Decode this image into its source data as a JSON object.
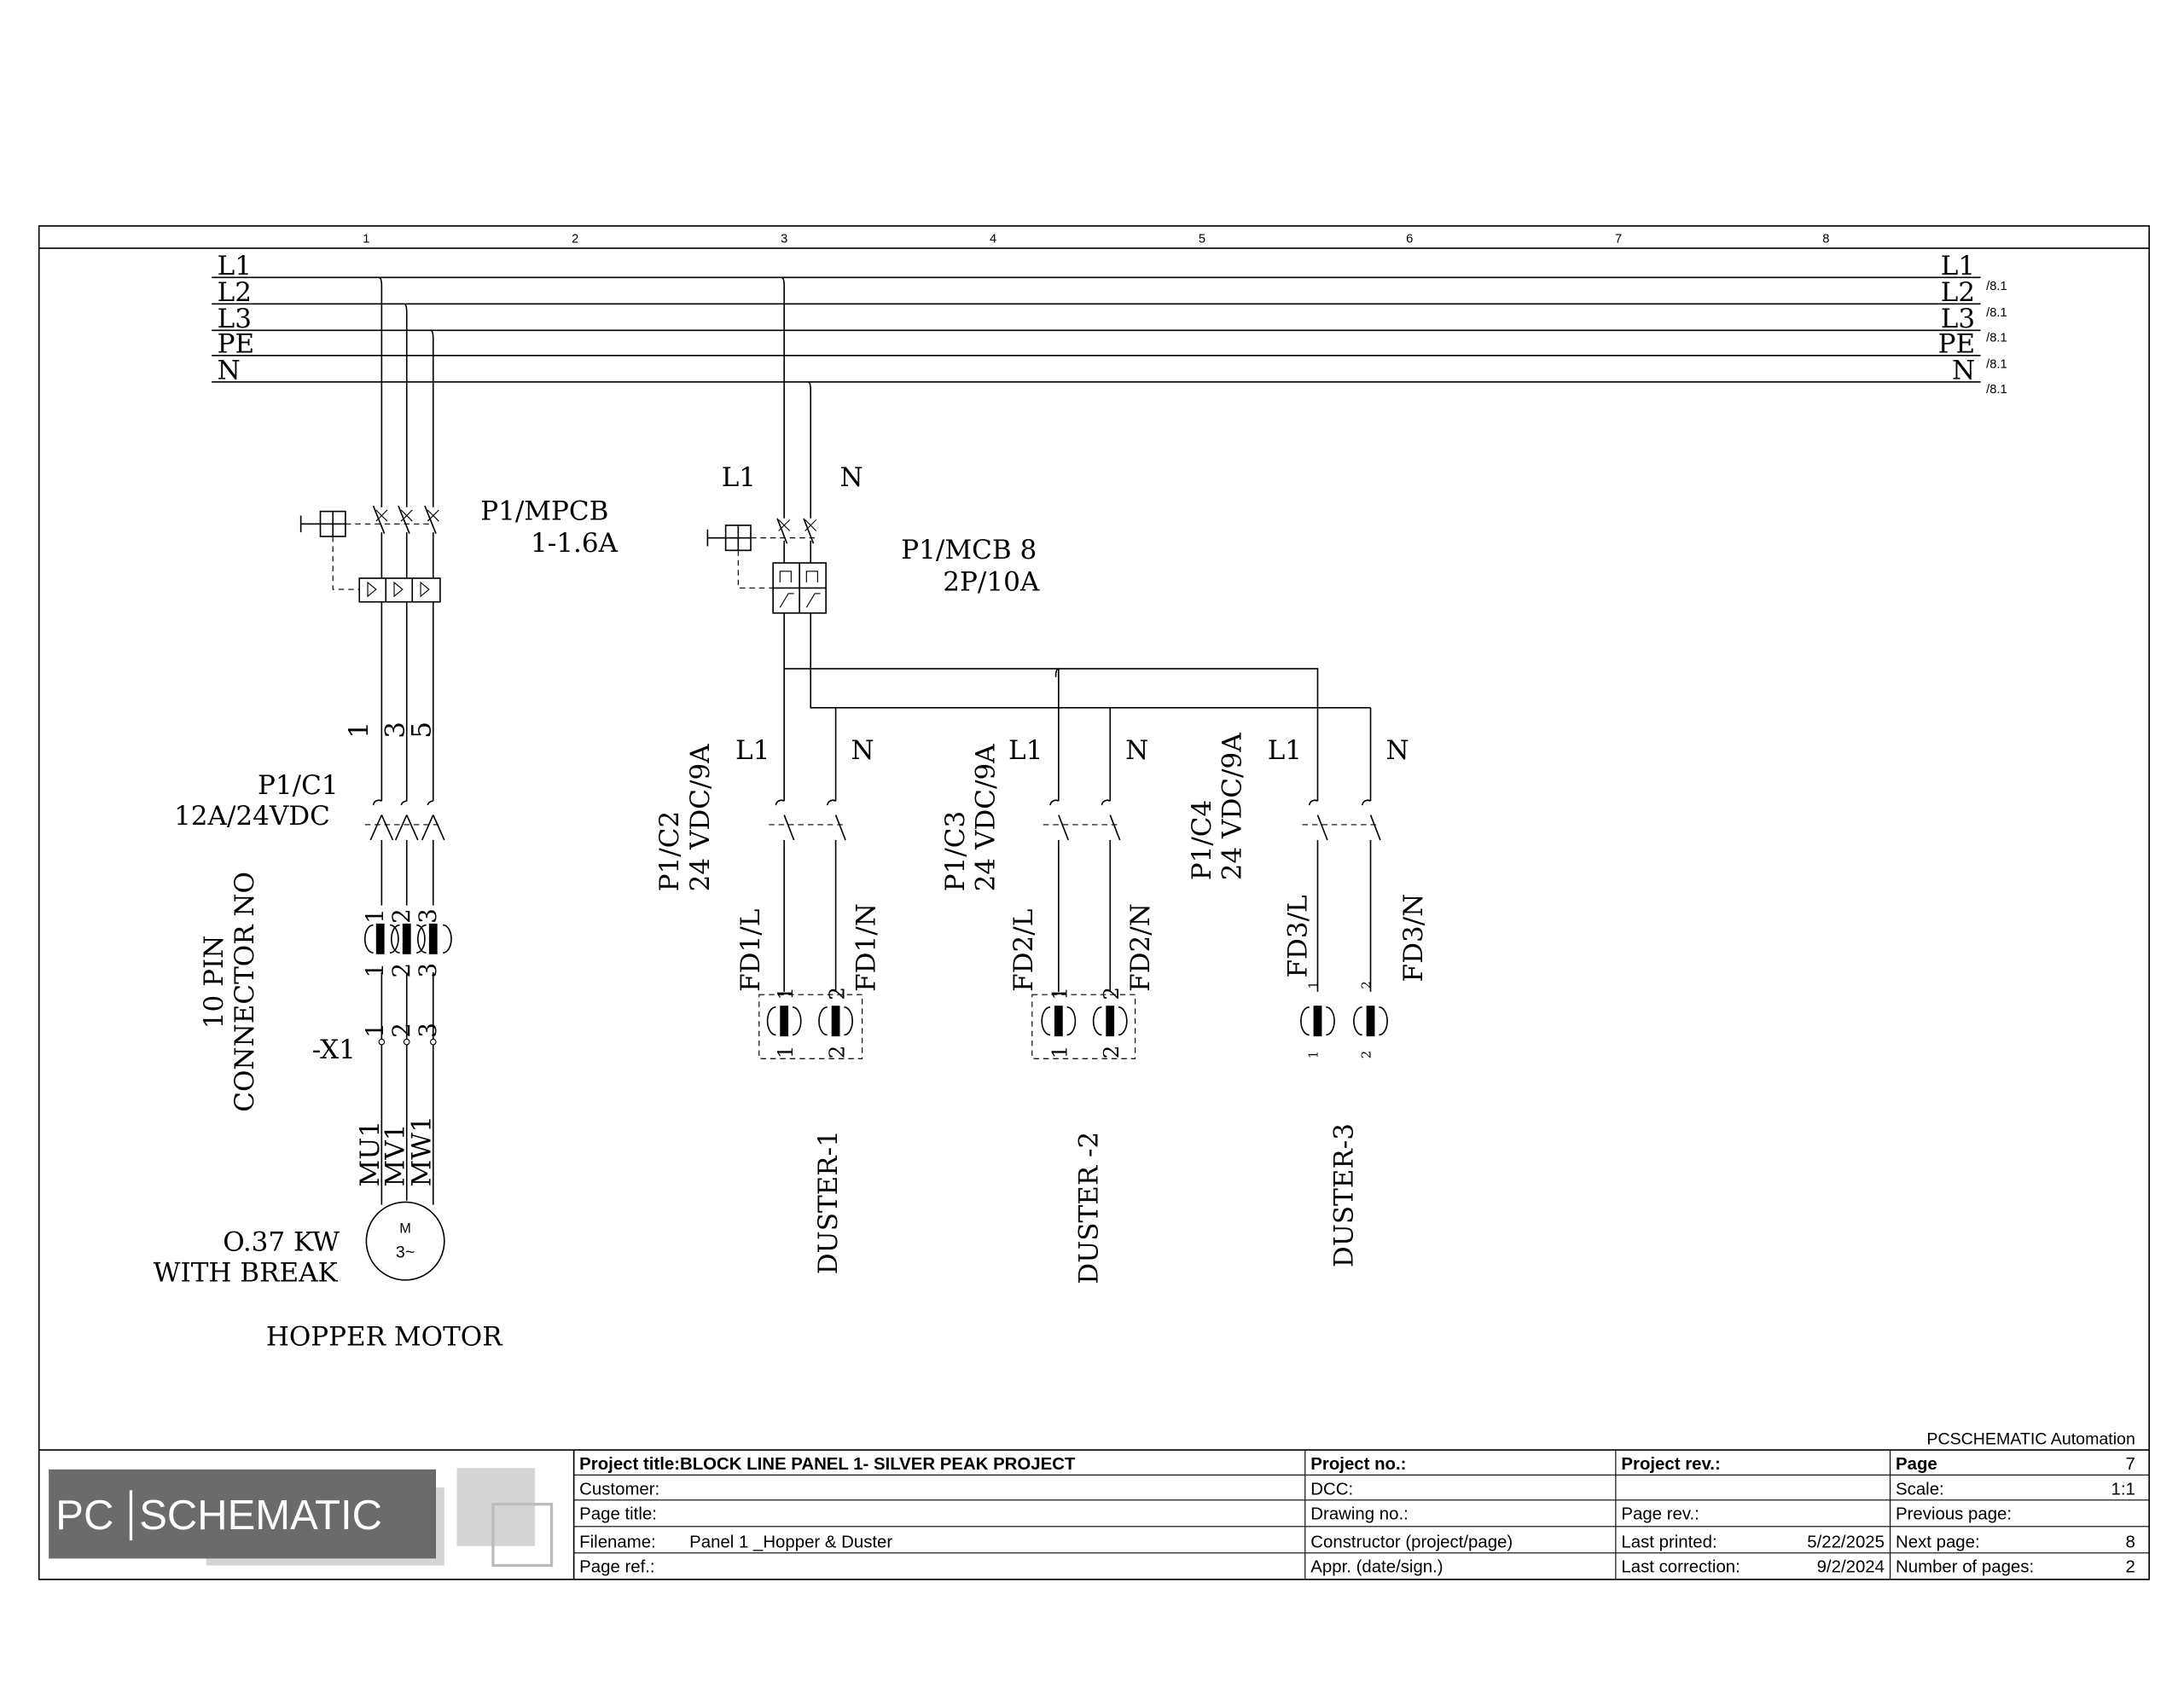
{
  "frame": {
    "columns": [
      "1",
      "2",
      "3",
      "4",
      "5",
      "6",
      "7",
      "8"
    ]
  },
  "bus": {
    "rails": [
      "L1",
      "L2",
      "L3",
      "PE",
      "N"
    ],
    "cross_refs": [
      "/8.1",
      "/8.1",
      "/8.1",
      "/8.1",
      "/8.1"
    ]
  },
  "motor_circuit": {
    "mpcb_name": "P1/MPCB",
    "mpcb_rating": "1-1.6A",
    "terminal_numbers": [
      "1",
      "3",
      "5"
    ],
    "contactor_name": "P1/C1",
    "contactor_rating": "12A/24VDC",
    "connector_line1": "10 PIN",
    "connector_line2": "CONNECTOR NO",
    "connector_pins_top": [
      "1",
      "2",
      "3"
    ],
    "connector_pins_bottom": [
      "1",
      "2",
      "3"
    ],
    "terminal_block": "-X1",
    "terminal_pins": [
      "1",
      "2",
      "3"
    ],
    "wires": [
      "MU1",
      "MV1",
      "MW1"
    ],
    "motor_symbol": "M",
    "motor_phase": "3~",
    "motor_power": "O.37 KW",
    "motor_note": "WITH BREAK",
    "title": "HOPPER MOTOR"
  },
  "supply": {
    "l1_label": "L1",
    "n_label": "N",
    "mcb_name": "P1/MCB 8",
    "mcb_rating": "2P/10A"
  },
  "dusters": [
    {
      "contactor": "P1/C2",
      "rating": "24 VDC/9A",
      "l_label": "L1",
      "n_label": "N",
      "wire_l": "FD1/L",
      "wire_n": "FD1/N",
      "pin1": "1",
      "pin2": "2",
      "name": "DUSTER-1"
    },
    {
      "contactor": "P1/C3",
      "rating": "24 VDC/9A",
      "l_label": "L1",
      "n_label": "N",
      "wire_l": "FD2/L",
      "wire_n": "FD2/N",
      "pin1": "1",
      "pin2": "2",
      "name": "DUSTER -2"
    },
    {
      "contactor": "P1/C4",
      "rating": "24 VDC/9A",
      "l_label": "L1",
      "n_label": "N",
      "wire_l": "FD3/L",
      "wire_n": "FD3/N",
      "pin1": "1",
      "pin2": "2",
      "name": "DUSTER-3"
    }
  ],
  "title_block": {
    "company": "PCSCHEMATIC Automation",
    "logo_left": "PC",
    "logo_right": "SCHEMATIC",
    "project_title": "Project title:BLOCK  LINE PANEL 1- SILVER PEAK PROJECT",
    "customer": "Customer:",
    "page_title": "Page title:",
    "filename_label": "Filename:",
    "filename": "Panel 1 _Hopper & Duster",
    "page_ref": "Page ref.:",
    "project_no": "Project no.:",
    "dcc": "DCC:",
    "drawing_no": "Drawing no.:",
    "constructor": "Constructor (project/page)",
    "appr": "Appr. (date/sign.)",
    "project_rev": "Project rev.:",
    "page_rev": "Page rev.:",
    "last_printed_label": "Last printed:",
    "last_printed": "5/22/2025",
    "last_correction_label": "Last correction:",
    "last_correction": "9/2/2024",
    "page_label": "Page",
    "page": "7",
    "scale_label": "Scale:",
    "scale": "1:1",
    "previous_page_label": "Previous page:",
    "next_page_label": "Next page:",
    "next_page": "8",
    "number_of_pages_label": "Number of pages:",
    "number_of_pages": "2"
  }
}
